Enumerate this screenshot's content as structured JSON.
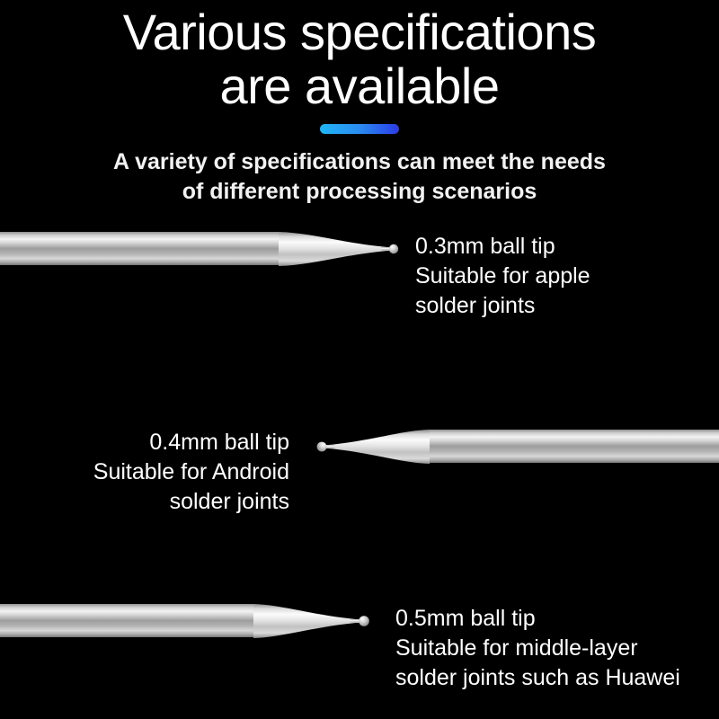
{
  "background_color": "#000000",
  "header": {
    "title": "Various specifications\nare available",
    "title_color": "#ffffff",
    "divider": {
      "name": "gradient-divider",
      "color_start": "#1FB6F5",
      "color_mid": "#2A8CF0",
      "color_end": "#2B3BE8"
    },
    "subtitle": "A variety of specifications can meet the needs\nof different processing scenarios"
  },
  "products": [
    {
      "id": "tip-03mm",
      "orientation": "tip-right",
      "caption": "0.3mm ball tip\nSuitable for apple\nsolder joints",
      "size_label": "0.3mm ball tip",
      "use_line_1": "Suitable for apple",
      "use_line_2": "solder joints",
      "metal_color_light": "#f4f4f4",
      "metal_color_mid": "#b9b9b9",
      "metal_color_dark": "#6f6f6f"
    },
    {
      "id": "tip-04mm",
      "orientation": "tip-left",
      "caption": "0.4mm ball tip\nSuitable for Android\nsolder joints",
      "size_label": "0.4mm ball tip",
      "use_line_1": "Suitable for Android",
      "use_line_2": "solder joints",
      "metal_color_light": "#f4f4f4",
      "metal_color_mid": "#b9b9b9",
      "metal_color_dark": "#6f6f6f"
    },
    {
      "id": "tip-05mm",
      "orientation": "tip-right",
      "caption": "0.5mm ball tip\nSuitable for middle-layer\n solder joints such as Huawei",
      "size_label": "0.5mm ball tip",
      "use_line_1": "Suitable for middle-layer",
      "use_line_2": " solder joints such as Huawei",
      "metal_color_light": "#f4f4f4",
      "metal_color_mid": "#b9b9b9",
      "metal_color_dark": "#6f6f6f"
    }
  ]
}
